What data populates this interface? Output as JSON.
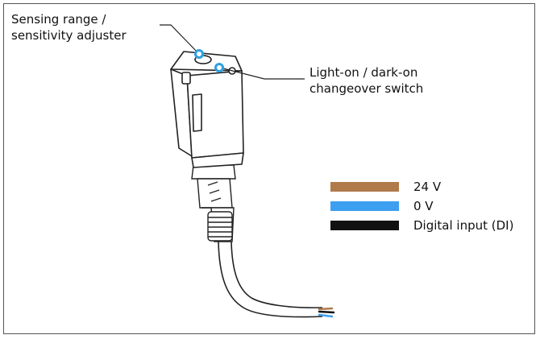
{
  "callouts": {
    "adjuster": [
      "Sensing range /",
      "sensitivity adjuster"
    ],
    "switch": [
      "Light-on / dark-on",
      "changeover switch"
    ]
  },
  "legend": [
    {
      "label": "24 V",
      "color": "#b07a4a"
    },
    {
      "label": "0 V",
      "color": "#3d9ff0"
    },
    {
      "label": "Digital input (DI)",
      "color": "#111111"
    }
  ],
  "colors": {
    "marker": "#2f9fe0",
    "outline": "#222222"
  }
}
